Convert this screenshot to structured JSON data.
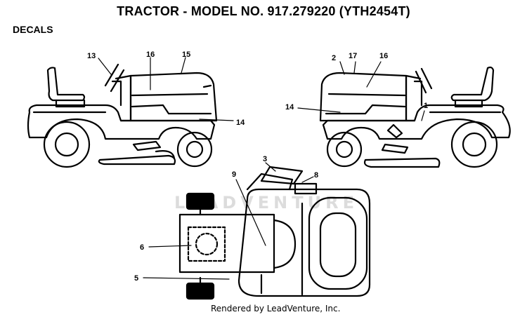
{
  "header": {
    "title": "TRACTOR - MODEL NO. 917.279220 (YTH2454T)",
    "section": "DECALS"
  },
  "watermark": {
    "text": "LEADVENTURE"
  },
  "footer": {
    "text": "Rendered by LeadVenture, Inc."
  },
  "callouts": {
    "left_13": "13",
    "left_16": "16",
    "left_15": "15",
    "left_14": "14",
    "right_2": "2",
    "right_17": "17",
    "right_16": "16",
    "right_14": "14",
    "right_1": "1",
    "top_3": "3",
    "top_8": "8",
    "top_9": "9",
    "top_6": "6",
    "top_5": "5"
  }
}
